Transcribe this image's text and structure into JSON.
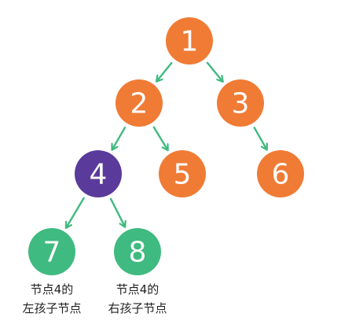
{
  "tree": {
    "nodes": [
      {
        "id": "1",
        "label": "1",
        "color": "#f07b35"
      },
      {
        "id": "2",
        "label": "2",
        "color": "#f07b35"
      },
      {
        "id": "3",
        "label": "3",
        "color": "#f07b35"
      },
      {
        "id": "4",
        "label": "4",
        "color": "#5a3a9a"
      },
      {
        "id": "5",
        "label": "5",
        "color": "#f07b35"
      },
      {
        "id": "6",
        "label": "6",
        "color": "#f07b35"
      },
      {
        "id": "7",
        "label": "7",
        "color": "#3fba80"
      },
      {
        "id": "8",
        "label": "8",
        "color": "#3fba80"
      }
    ],
    "edges": [
      {
        "from": "1",
        "to": "2"
      },
      {
        "from": "1",
        "to": "3"
      },
      {
        "from": "2",
        "to": "4"
      },
      {
        "from": "2",
        "to": "5"
      },
      {
        "from": "3",
        "to": "6"
      },
      {
        "from": "4",
        "to": "7"
      },
      {
        "from": "4",
        "to": "8"
      }
    ],
    "edge_color": "#3fba80"
  },
  "captions": {
    "left_child": {
      "line1": "节点4的",
      "line2": "左孩子节点"
    },
    "right_child": {
      "line1": "节点4的",
      "line2": "右孩子节点"
    }
  }
}
